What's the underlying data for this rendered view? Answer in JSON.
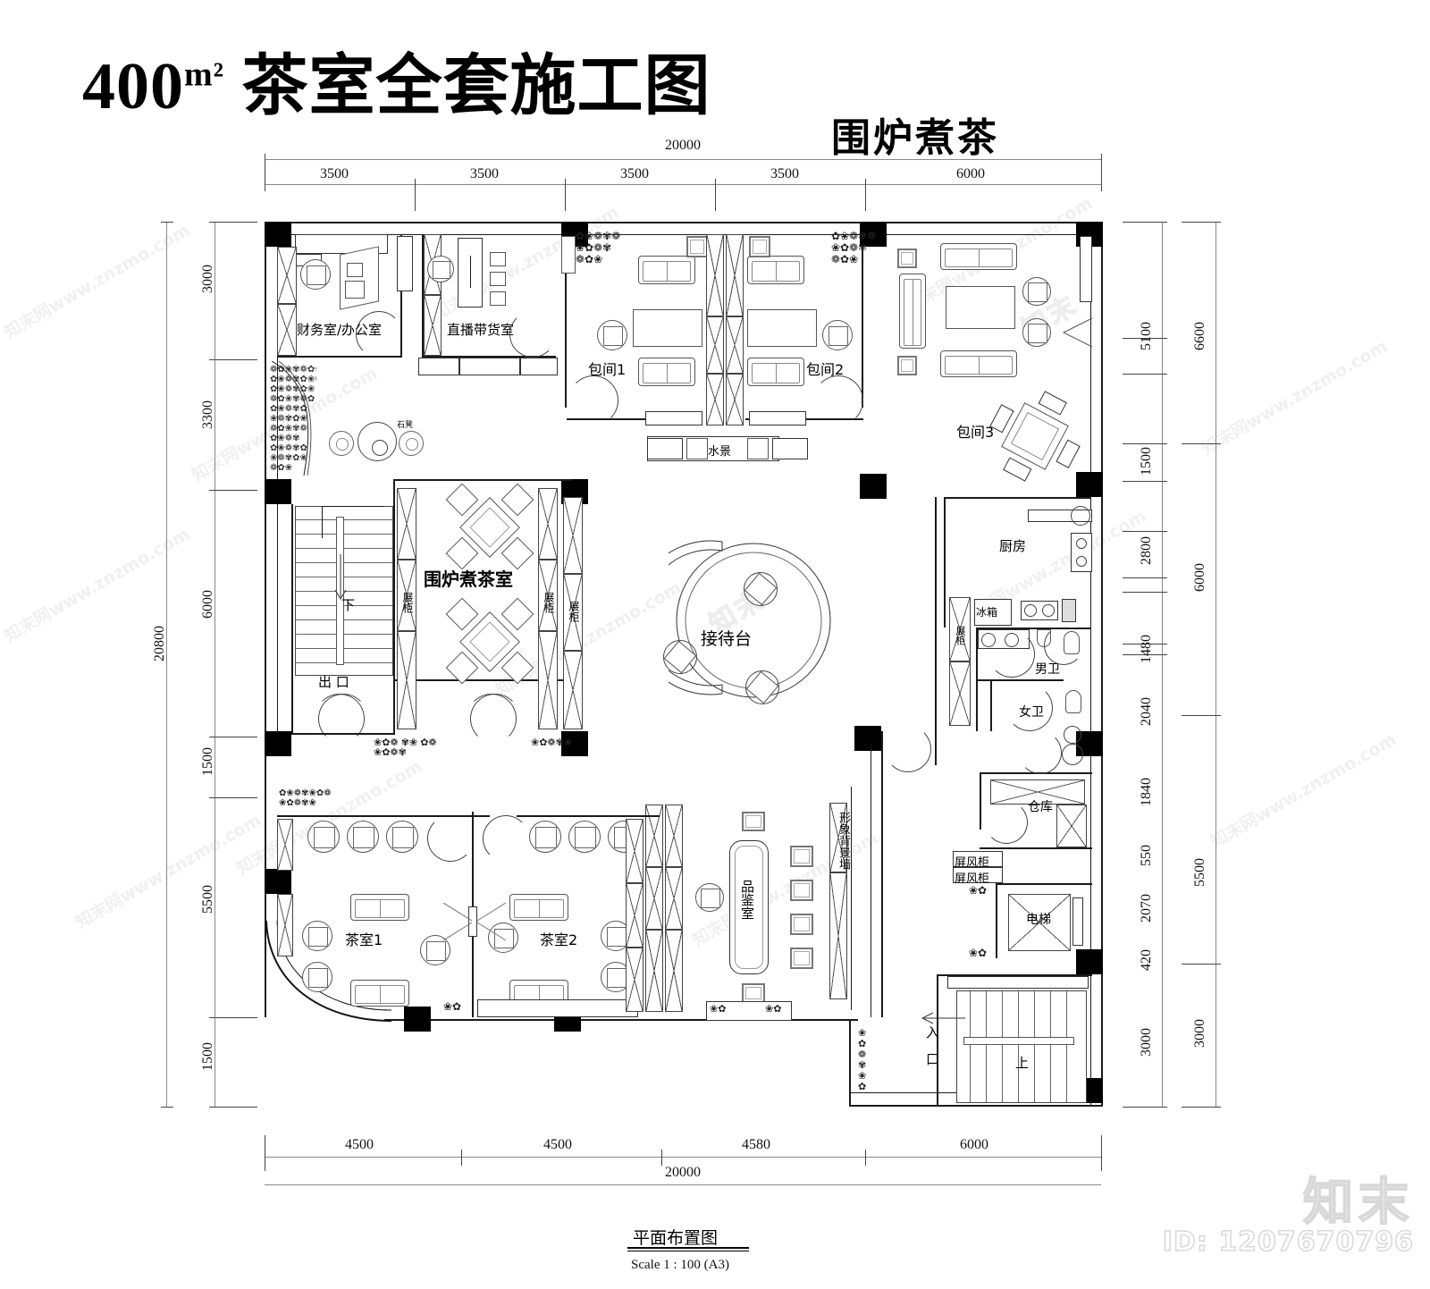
{
  "titles": {
    "main_prefix": "400",
    "main_sup": "m²",
    "main_rest": " 茶室全套施工图",
    "sub": "围炉煮茶",
    "footer_title": "平面布置图",
    "footer_scale": "Scale 1 : 100  (A3)"
  },
  "watermark": {
    "logo": "知末",
    "id": "ID: 1207670796",
    "site": "知末网www.znzmo.com"
  },
  "dimensions": {
    "top_total": "20000",
    "top_segments": [
      "3500",
      "3500",
      "3500",
      "3500",
      "6000"
    ],
    "bottom_total": "20000",
    "bottom_segments": [
      "4500",
      "4500",
      "4580",
      "6000"
    ],
    "left_total": "20800",
    "left_segments": [
      "3000",
      "3300",
      "6000",
      "1500",
      "5500",
      "1500"
    ],
    "right_inner_segments": [
      "5100",
      "1500",
      "2800",
      "1480",
      "2040",
      "1840",
      "550",
      "2070",
      "420",
      "3000"
    ],
    "right_outer_segments": [
      "6600",
      "6000",
      "5500",
      "3000"
    ]
  },
  "rooms": {
    "finance_office": "财务室/办公室",
    "livestream": "直播带货室",
    "private_1": "包间1",
    "private_2": "包间2",
    "private_3": "包间3",
    "waterscape": "水景",
    "stone_stool": "石凳",
    "stove_tea_room": "围炉煮茶室",
    "display_cabinet": "展柜",
    "exit": "出  口",
    "stairs_down": "下",
    "reception": "接待台",
    "kitchen": "厨房",
    "fridge": "冰箱",
    "mens_toilet": "男卫",
    "womens_toilet": "女卫",
    "warehouse": "仓库",
    "screen_cabinet": "屏风柜",
    "elevator": "电梯",
    "entrance_1": "入",
    "entrance_2": "口",
    "stairs_up": "上",
    "tea_room_1": "茶室1",
    "tea_room_2": "茶室2",
    "tasting_room": "品鉴室",
    "feature_wall": "形象背景墙"
  },
  "colors": {
    "line": "#1a1a1a",
    "wall_fill": "#000000",
    "dim_line": "#888888",
    "watermark": "#ececec"
  }
}
